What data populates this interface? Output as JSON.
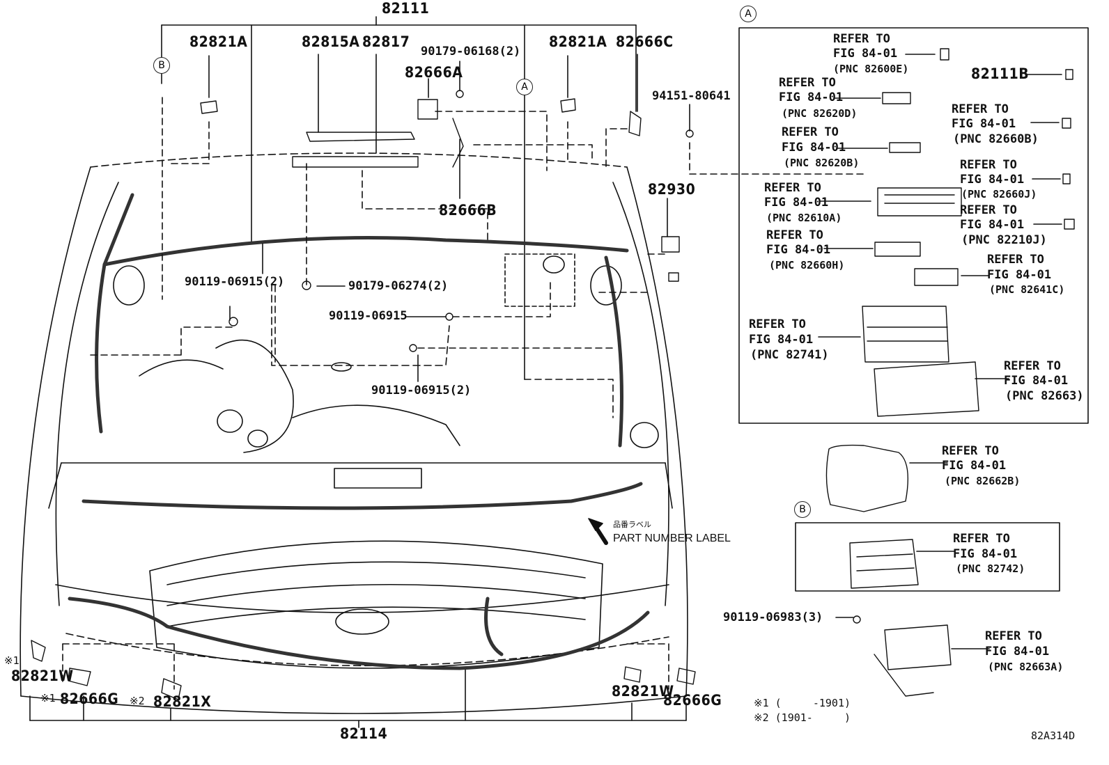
{
  "diagram": {
    "code": "82A314D",
    "assembly_top": "82111",
    "assembly_bottom": "82114",
    "markers": {
      "a": "A",
      "b": "B"
    },
    "callouts": {
      "c82821a_left": "82821A",
      "c82815a": "82815A",
      "c82817": "82817",
      "c90179_06168": "90179-06168(2)",
      "c82666a": "82666A",
      "c82821a_right": "82821A",
      "c82666c": "82666C",
      "c94151": "94151-80641",
      "c82930": "82930",
      "c82666b": "82666B",
      "c90119_06915_2a": "90119-06915(2)",
      "c90179_06274": "90179-06274(2)",
      "c90119_06915": "90119-06915",
      "c90119_06915_2b": "90119-06915(2)",
      "c82821w_left": "82821W",
      "c82666g_left": "82666G",
      "c82821x": "82821X",
      "c82821w_right": "82821W",
      "c82666g_right": "82666G",
      "c90119_06983": "90119-06983(3)",
      "c82111b": "82111B"
    },
    "notes": {
      "n1_mark": "※1",
      "n2_mark": "※2",
      "n1_left": "※1",
      "n2_left": "※2",
      "note1": "※1 (     -1901)",
      "note2": "※2 (1901-     )"
    },
    "part_label_jp": "品番ラベル",
    "part_label_en": "PART NUMBER LABEL",
    "refer_line1": "REFER TO",
    "refer_line2": "FIG 84-01",
    "refs": {
      "r82600e": "(PNC 82600E)",
      "r82620d": "(PNC 82620D)",
      "r82620b": "(PNC 82620B)",
      "r82610a": "(PNC 82610A)",
      "r82660h": "(PNC 82660H)",
      "r82741": "(PNC 82741)",
      "r82660b": "(PNC 82660B)",
      "r82660j": "(PNC 82660J)",
      "r82210j": "(PNC 82210J)",
      "r82641c": "(PNC 82641C)",
      "r82663": "(PNC 82663)",
      "r82662b": "(PNC 82662B)",
      "r82742": "(PNC 82742)",
      "r82663a": "(PNC 82663A)"
    }
  }
}
